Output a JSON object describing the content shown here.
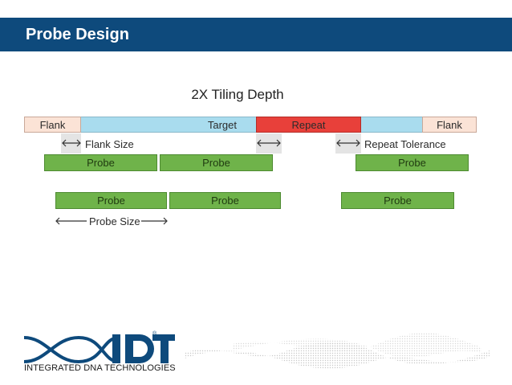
{
  "header": {
    "title": "Probe Design"
  },
  "diagram": {
    "title": "2X Tiling Depth",
    "track": {
      "flank_left": "Flank",
      "target": "Target",
      "repeat": "Repeat",
      "flank_right": "Flank"
    },
    "annotations": {
      "flank_size": "Flank Size",
      "repeat_tolerance": "Repeat Tolerance",
      "probe_size": "Probe Size"
    },
    "probe_label": "Probe",
    "probe_rows": [
      [
        "Probe",
        "Probe",
        "Probe"
      ],
      [
        "Probe",
        "Probe",
        "Probe"
      ]
    ]
  },
  "logo": {
    "wordmark": "IDT",
    "company": "INTEGRATED DNA TECHNOLOGIES",
    "registered": "®"
  },
  "colors": {
    "header": "#0e4a7c",
    "flank": "#fbe3d6",
    "target": "#a9dcee",
    "repeat": "#e8403a",
    "probe": "#6fb34a",
    "logo": "#0e4a7c"
  }
}
